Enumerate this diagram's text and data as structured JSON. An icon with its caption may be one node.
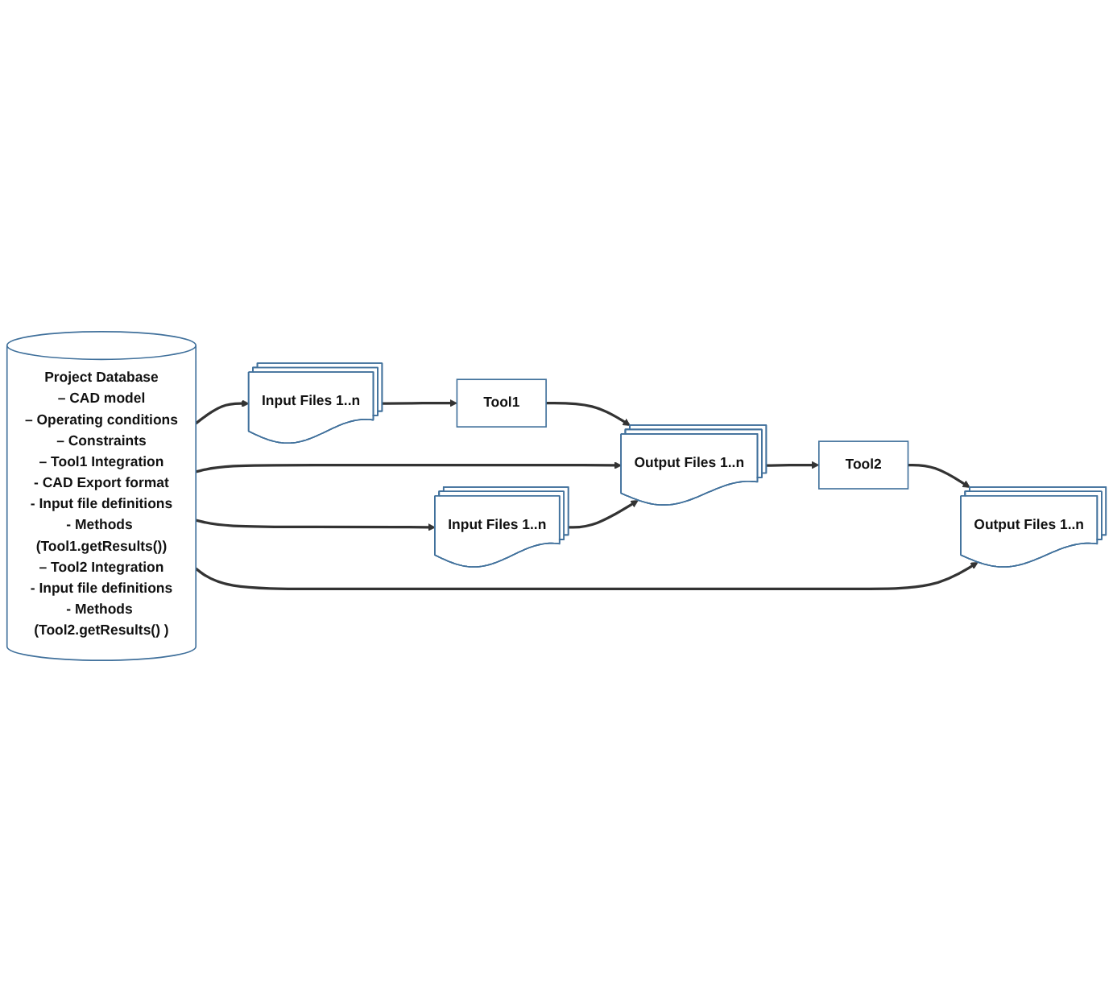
{
  "diagram": {
    "nodes": [
      {
        "text": [
          "Project Database",
          "– CAD model",
          "– Operating conditions",
          "– Constraints",
          "– Tool1 Integration",
          "- CAD Export format",
          "- Input file definitions",
          "- Methods (Tool1.getResults())",
          "– Tool2 Integration",
          "- Input file definitions",
          "- Methods (Tool2.getResults() )"
        ]
      },
      {
        "text": [
          "Input Files 1..n"
        ]
      },
      {
        "text": [
          "Tool1"
        ]
      },
      {
        "text": [
          "Output Files 1..n"
        ]
      },
      {
        "text": [
          "Input Files 1..n"
        ]
      },
      {
        "text": [
          "Tool2"
        ]
      },
      {
        "text": [
          "Output Files 1..n"
        ]
      }
    ],
    "edges": [
      {
        "from": 0,
        "to": 1,
        "arrow": "to"
      },
      {
        "from": 1,
        "to": 2,
        "arrow": "to"
      },
      {
        "from": 2,
        "to": 3,
        "arrow": "to"
      },
      {
        "from": 0,
        "to": 3,
        "arrow": "to"
      },
      {
        "from": 0,
        "to": 4,
        "arrow": "to"
      },
      {
        "from": 4,
        "to": 3,
        "arrow": "to"
      },
      {
        "from": 3,
        "to": 5,
        "arrow": "to"
      },
      {
        "from": 5,
        "to": 6,
        "arrow": "to"
      },
      {
        "from": 0,
        "to": 6,
        "arrow": "to"
      }
    ]
  }
}
